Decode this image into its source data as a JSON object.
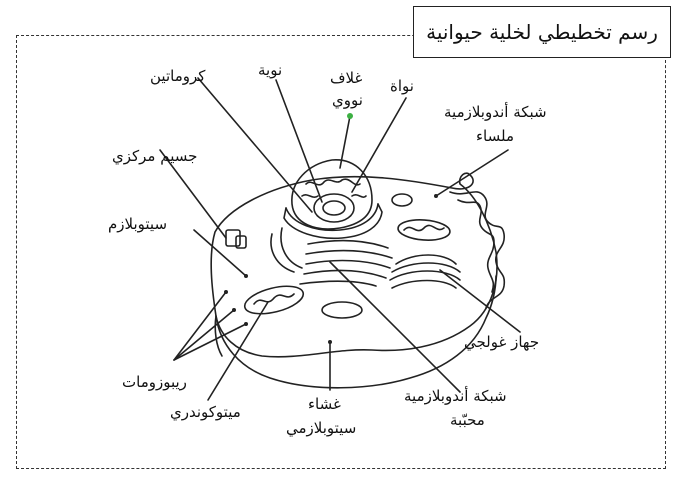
{
  "title": "رسم تخطيطي لخلية حيوانية",
  "labels": {
    "chromatin": "كروماتين",
    "nucleolus": "نوية",
    "nuclear_envelope_1": "غلاف",
    "nuclear_envelope_2": "نووي",
    "nucleus": "نواة",
    "smooth_er_1": "شبكة أندوبلازمية",
    "smooth_er_2": "ملساء",
    "centrosome": "جسيم مركزي",
    "cytoplasm": "سيتوبلازم",
    "golgi": "جهاز غولجي",
    "ribosomes": "ريبوزومات",
    "mitochondria": "ميتوكوندري",
    "membrane_1": "غشاء",
    "membrane_2": "سيتوبلازمي",
    "rough_er_1": "شبكة أندوبلازمية",
    "rough_er_2": "محبّبة"
  },
  "colors": {
    "line": "#222222",
    "accent_dot": "#3cb043"
  }
}
